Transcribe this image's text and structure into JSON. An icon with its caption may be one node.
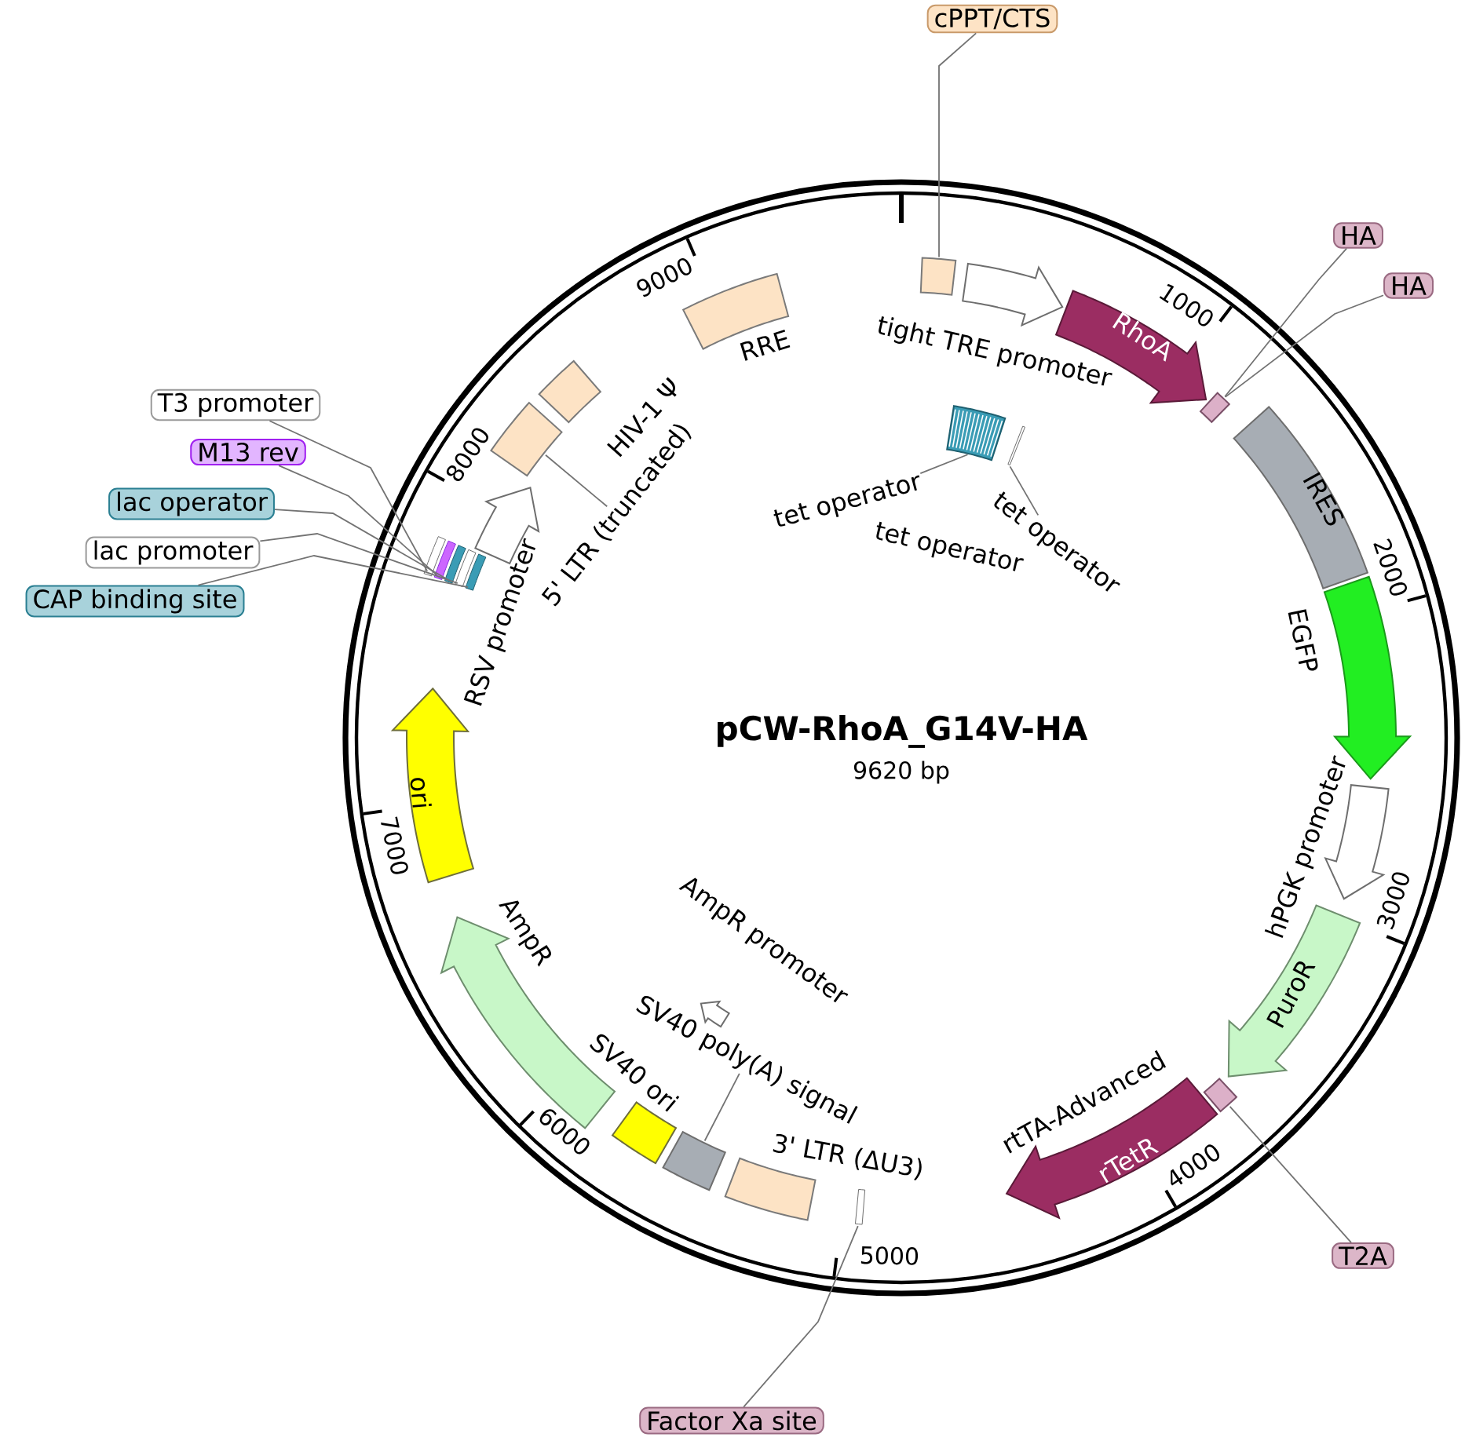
{
  "diagram": {
    "title": "pCW-RhoA_G14V-HA",
    "nodes": [
      {
        "text": [
          "cPPT/CTS"
        ]
      },
      {
        "text": [],
        "shape": "box"
      },
      {
        "text": [
          "tight TRE promoter"
        ]
      },
      {
        "text": [
          "RhoA"
        ]
      },
      {
        "text": [
          "HA"
        ]
      },
      {
        "text": [
          "HA"
        ]
      },
      {
        "text": [],
        "shape": "box"
      },
      {
        "text": [
          "IRES"
        ]
      },
      {
        "text": [
          "EGFP"
        ]
      },
      {
        "text": [
          "hPGK promoter"
        ]
      },
      {
        "text": [
          "PuroR"
        ]
      },
      {
        "text": [],
        "shape": "box"
      },
      {
        "text": [
          "T2A"
        ]
      },
      {
        "text": [
          "rTetR",
          "rtTA-Advanced"
        ]
      },
      {
        "text": [],
        "shape": "bar"
      },
      {
        "text": [
          "Factor Xa site"
        ]
      },
      {
        "text": [
          "3' LTR (ΔU3)"
        ]
      },
      {
        "text": [
          "SV40 poly(A) signal"
        ]
      },
      {
        "text": [],
        "shape": "box"
      },
      {
        "text": [
          "SV40 ori"
        ]
      },
      {
        "text": [
          "AmpR"
        ]
      },
      {
        "text": [
          "AmpR promoter"
        ]
      },
      {
        "text": [
          "ori"
        ]
      },
      {
        "text": [
          "RSV promoter"
        ]
      },
      {
        "text": [
          "T3 promoter"
        ]
      },
      {
        "text": [
          "M13 rev"
        ]
      },
      {
        "text": [
          "lac operator"
        ]
      },
      {
        "text": [
          "lac promoter"
        ]
      },
      {
        "text": [
          "CAP binding site"
        ]
      },
      {
        "text": [],
        "shape": "bar"
      },
      {
        "text": [],
        "shape": "bar"
      },
      {
        "text": [],
        "shape": "bar"
      },
      {
        "text": [],
        "shape": "bar"
      },
      {
        "text": [],
        "shape": "bar"
      },
      {
        "text": [
          "5' LTR (truncated)"
        ]
      },
      {
        "text": [],
        "shape": "box"
      },
      {
        "text": [
          "HIV-1 Ψ"
        ]
      },
      {
        "text": [
          "RRE"
        ]
      },
      {
        "text": [
          "tet operator"
        ]
      },
      {
        "text": [
          "tet operator"
        ]
      },
      {
        "text": [
          "tet operator"
        ]
      },
      {
        "text": [],
        "shape": "box"
      },
      {
        "text": [],
        "shape": "bar"
      }
    ],
    "edges": [
      {
        "from": 0,
        "to": 1,
        "arrow": "none"
      },
      {
        "from": 4,
        "to": 6,
        "arrow": "none"
      },
      {
        "from": 5,
        "to": 6,
        "arrow": "none"
      },
      {
        "from": 12,
        "to": 11,
        "arrow": "none"
      },
      {
        "from": 15,
        "to": 14,
        "arrow": "none"
      },
      {
        "from": 17,
        "to": 18,
        "arrow": "none"
      },
      {
        "from": 24,
        "to": 29,
        "arrow": "none"
      },
      {
        "from": 25,
        "to": 30,
        "arrow": "none"
      },
      {
        "from": 26,
        "to": 31,
        "arrow": "none"
      },
      {
        "from": 27,
        "to": 32,
        "arrow": "none"
      },
      {
        "from": 28,
        "to": 33,
        "arrow": "none"
      },
      {
        "from": 34,
        "to": 35,
        "arrow": "none"
      },
      {
        "from": 38,
        "to": 41,
        "arrow": "none"
      },
      {
        "from": 39,
        "to": 42,
        "arrow": "none"
      }
    ],
    "labels": [
      "1000",
      "2000",
      "3000",
      "4000",
      "5000",
      "6000",
      "7000",
      "8000",
      "9000",
      "9620 bp"
    ]
  }
}
